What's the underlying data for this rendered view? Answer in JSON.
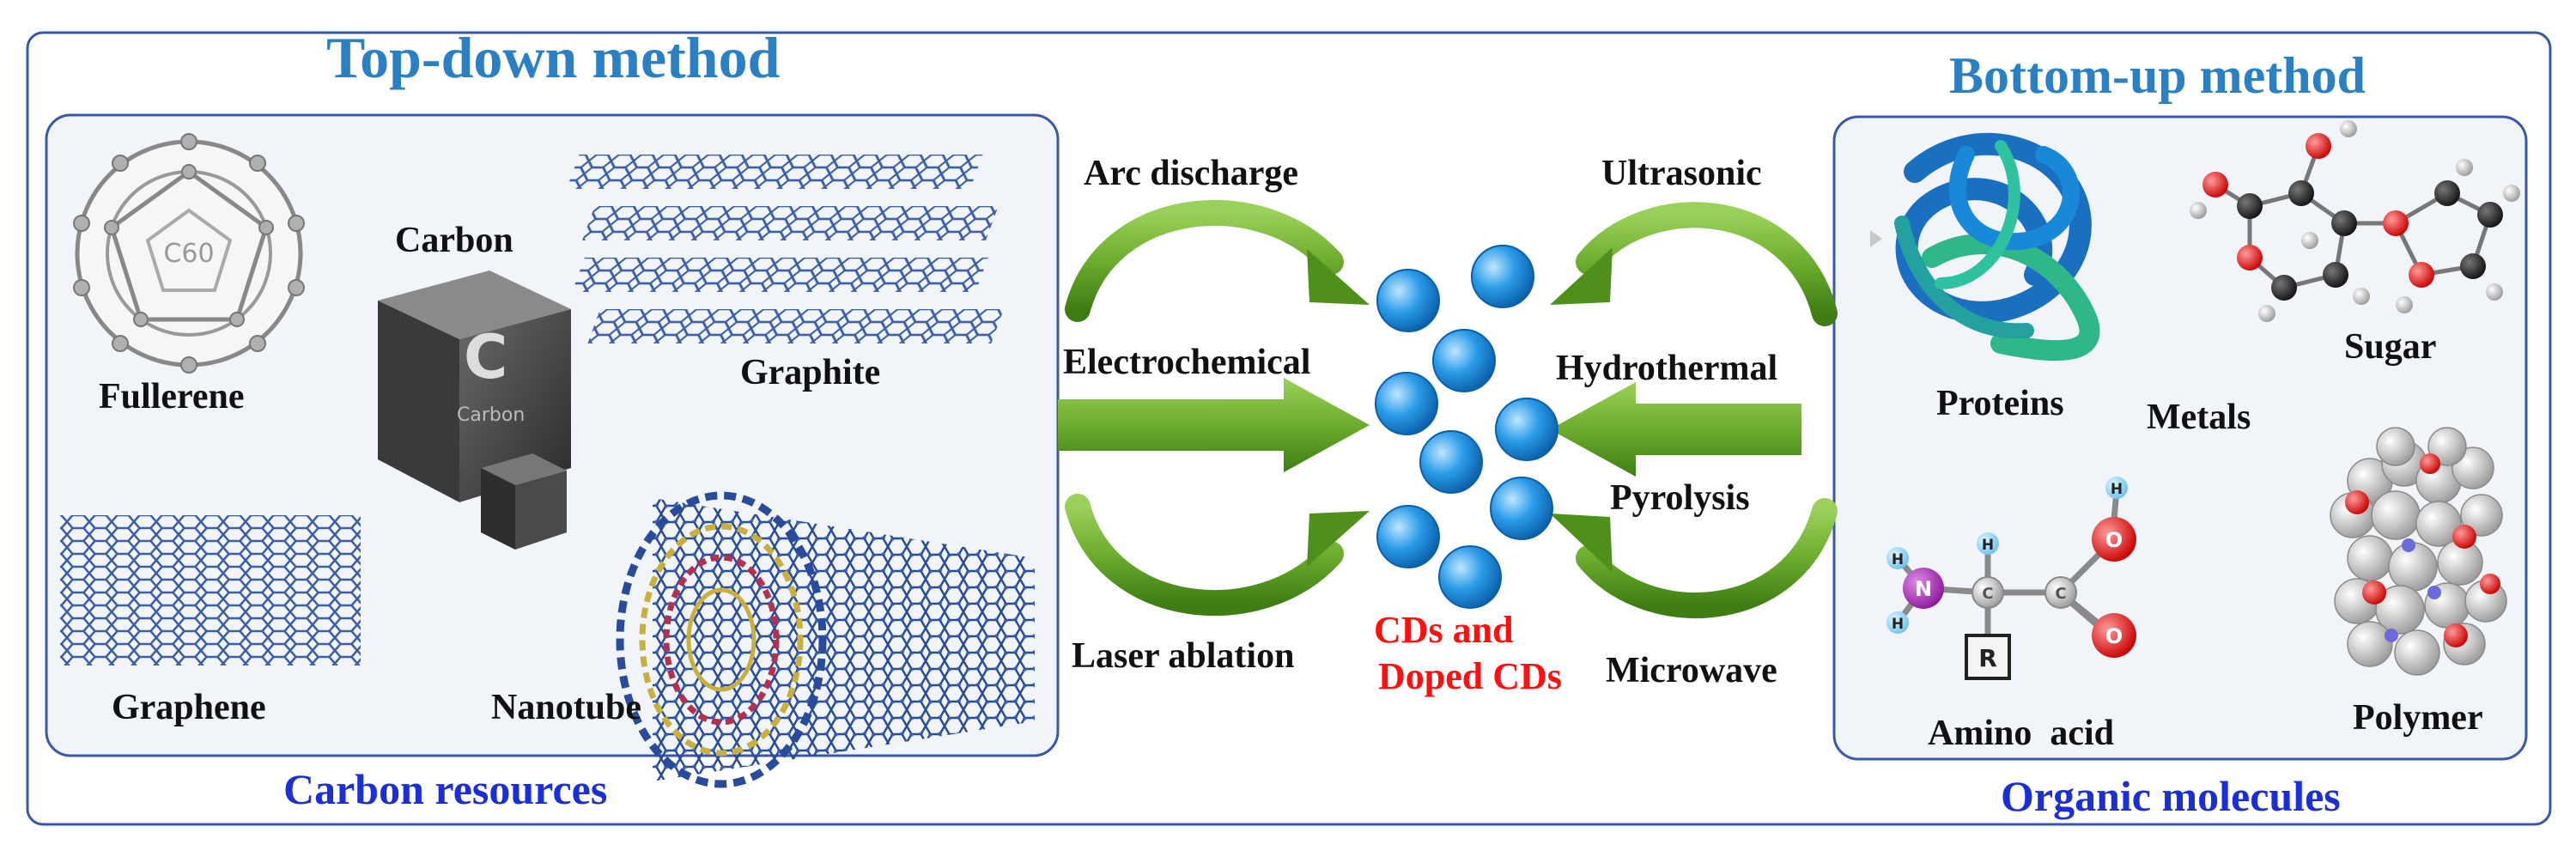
{
  "top_down": {
    "title": "Top-down method",
    "resources_label": "Carbon resources",
    "items": {
      "fullerene": "Fullerene",
      "fullerene_mark": "C60",
      "carbon": "Carbon",
      "cube_symbol": "C",
      "cube_word": "Carbon",
      "graphite": "Graphite",
      "graphene": "Graphene",
      "nanotube": "Nanotube"
    },
    "methods": [
      "Arc discharge",
      "Electrochemical",
      "Laser ablation"
    ]
  },
  "bottom_up": {
    "title": "Bottom-up method",
    "molecules_label": "Organic molecules",
    "items": {
      "proteins": "Proteins",
      "metals": "Metals",
      "sugar": "Sugar",
      "amino_acid": "Amino  acid",
      "polymer": "Polymer"
    },
    "amino_atoms": {
      "n": "N",
      "h": "H",
      "c": "C",
      "o": "O",
      "r": "R"
    },
    "methods": [
      "Ultrasonic",
      "Hydrothermal",
      "Pyrolysis",
      "Microwave"
    ]
  },
  "center": {
    "line1": "CDs and",
    "line2": "Doped CDs"
  },
  "colors": {
    "heading_blue": "#2b7fc3",
    "label_blue": "#1c2fd4",
    "center_red": "#ff1010",
    "arrow_green": "#6cac2e",
    "panel_border": "#3a58a8",
    "panel_fill": "#f1f5f9",
    "dot_blue": "#1e90e0"
  }
}
